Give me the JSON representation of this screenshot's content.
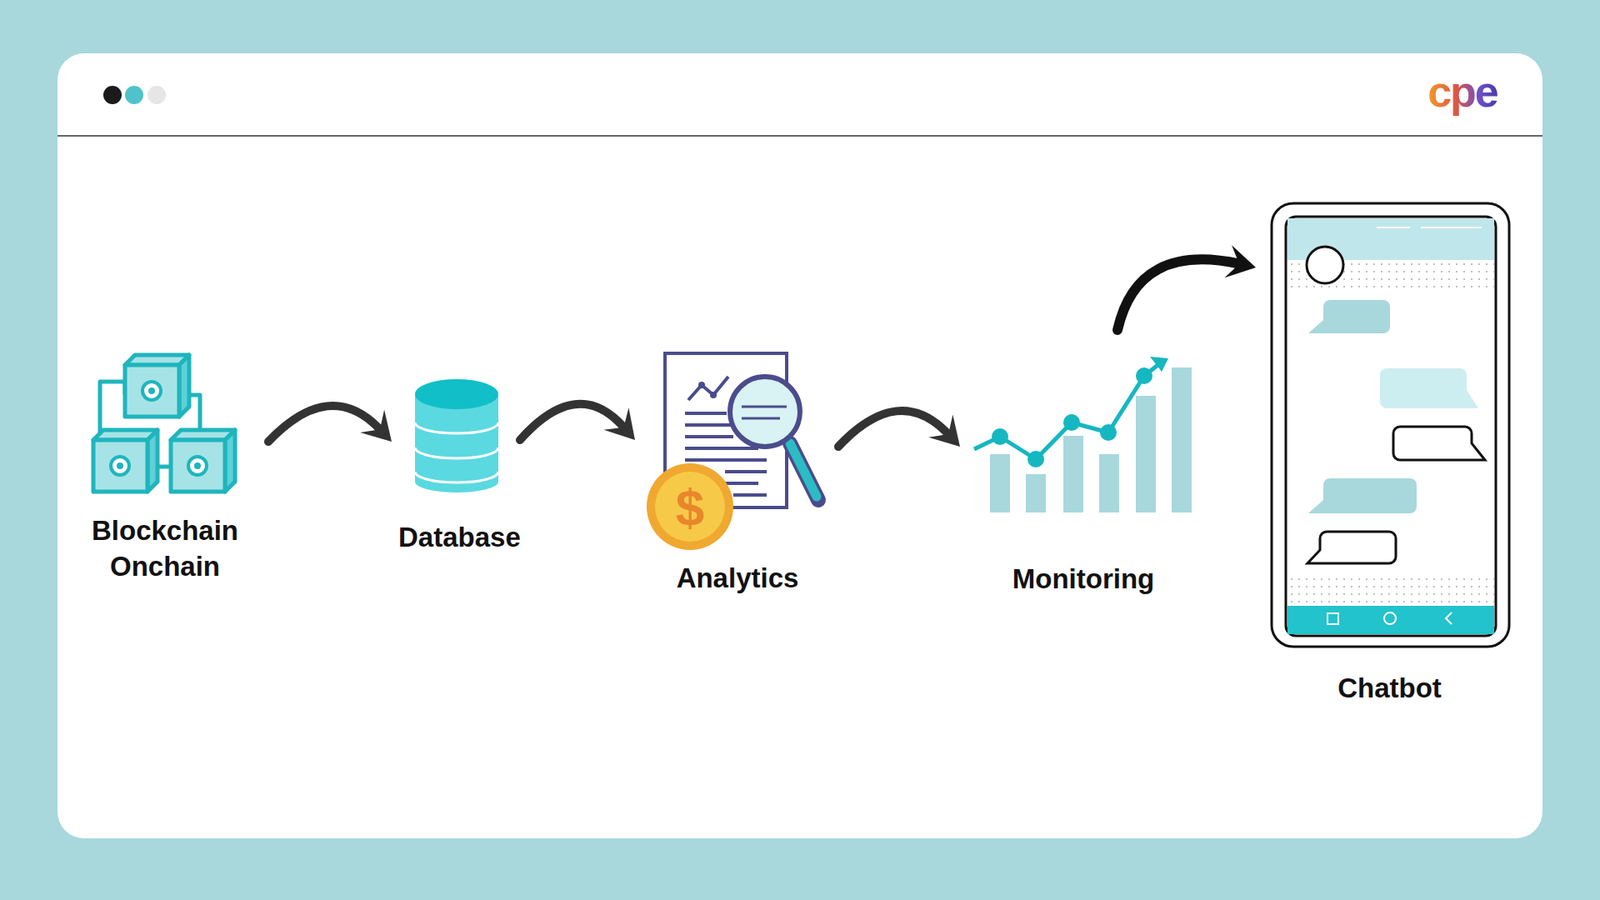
{
  "diagram": {
    "nodes": [
      {
        "text": [
          "Blockchain Onchain"
        ]
      },
      {
        "text": [
          "Database"
        ]
      },
      {
        "text": [
          "Analytics"
        ]
      },
      {
        "text": [
          "Monitoring"
        ]
      },
      {
        "text": [
          "Chatbot"
        ]
      }
    ],
    "edges": [
      {
        "from": 0,
        "to": 1,
        "arrow": "to"
      },
      {
        "from": 1,
        "to": 2,
        "arrow": "to"
      },
      {
        "from": 2,
        "to": 3,
        "arrow": "to"
      },
      {
        "from": 3,
        "to": 4,
        "arrow": "to"
      }
    ],
    "labels": [
      "cpe",
      "$"
    ]
  }
}
